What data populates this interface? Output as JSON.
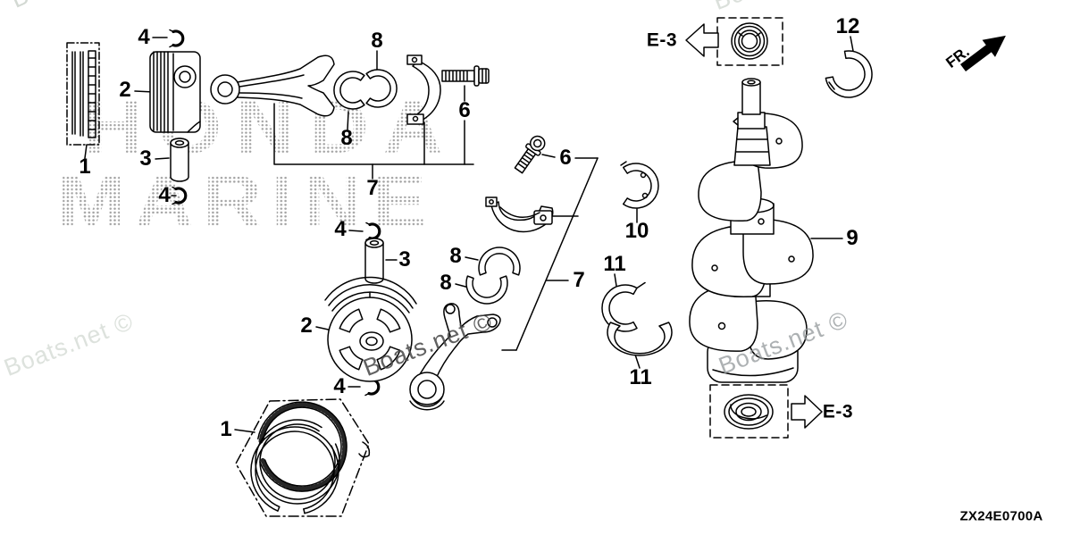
{
  "watermarks": {
    "brand_line1": "HONDA",
    "brand_line2": "MARINE",
    "site_credit": "Boats.net ©"
  },
  "labels": {
    "n1": "1",
    "n2": "2",
    "n3": "3",
    "n4": "4",
    "n6": "6",
    "n7": "7",
    "n8": "8",
    "n9": "9",
    "n10": "10",
    "n11": "11",
    "n12": "12"
  },
  "refs": {
    "e3": "E-3",
    "fr": "FR."
  },
  "diagram_code": "ZX24E0700A",
  "colors": {
    "line": "#000000",
    "halftone_gray": "#8d8d8d",
    "site_light": "#dde2dd",
    "site_dark": "#4c4c4c"
  }
}
